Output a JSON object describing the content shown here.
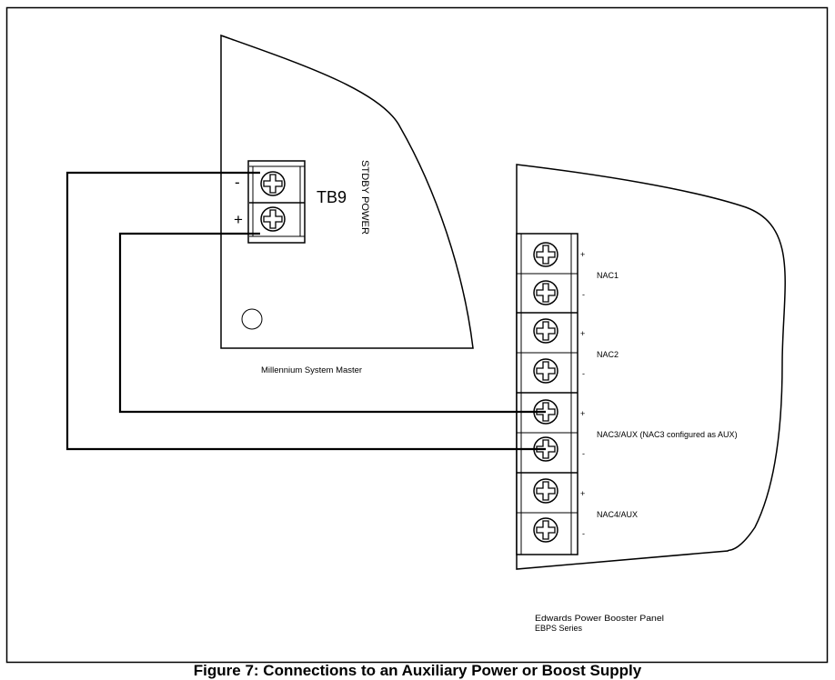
{
  "master_panel": {
    "name": "Millennium System Master",
    "terminal_block": "TB9",
    "terminal_function": "STDBY POWER",
    "terminals": [
      {
        "polarity": "-"
      },
      {
        "polarity": "+"
      }
    ]
  },
  "booster_panel": {
    "name_line1": "Edwards Power Booster Panel",
    "name_line2": "EBPS Series",
    "circuits": [
      {
        "label": "NAC1",
        "plus": "+",
        "minus": "-"
      },
      {
        "label": "NAC2",
        "plus": "+",
        "minus": "-"
      },
      {
        "label": "NAC3/AUX (NAC3 configured as AUX)",
        "plus": "+",
        "minus": "-"
      },
      {
        "label": "NAC4/AUX",
        "plus": "+",
        "minus": "-"
      }
    ]
  },
  "caption": "Figure 7: Connections to an Auxiliary Power or Boost Supply"
}
